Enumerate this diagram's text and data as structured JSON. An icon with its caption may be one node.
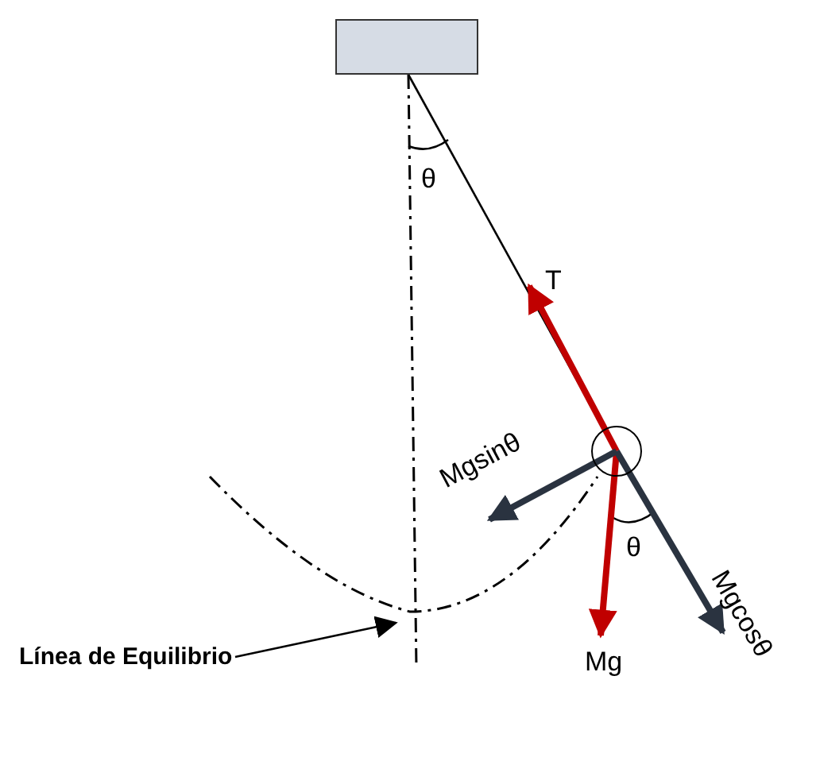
{
  "diagram": {
    "nodes": [
      {
        "text": [],
        "shape": "box"
      },
      {
        "text": [],
        "shape": "circle"
      },
      {
        "text": [
          "Línea de Equilibrio"
        ]
      }
    ],
    "edges": [
      {
        "from": 0,
        "to": 1,
        "arrow": "none"
      },
      {
        "from": 2,
        "to": null,
        "arrow": "to"
      }
    ],
    "labels": [
      "θ",
      "T",
      "Mgsinθ",
      "θ",
      "Mgcosθ",
      "Mg"
    ]
  }
}
